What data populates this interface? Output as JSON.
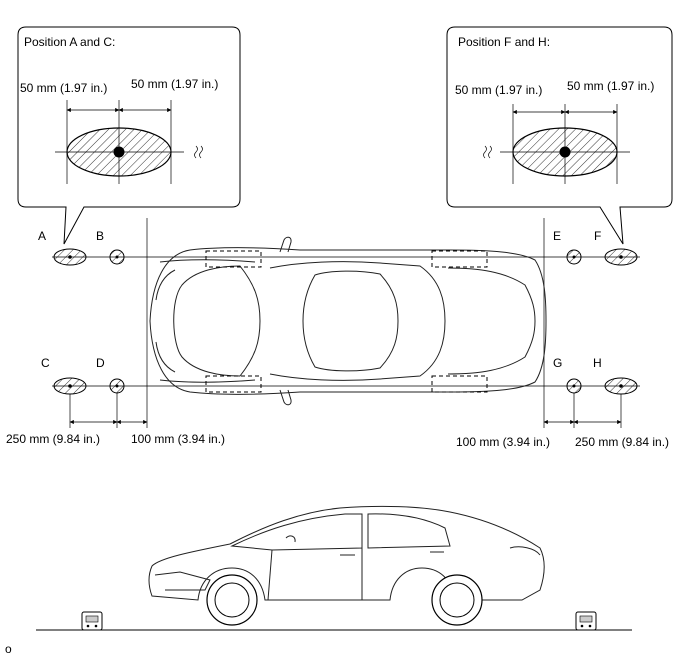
{
  "callouts": {
    "left": {
      "title": "Position A and C:",
      "dim_left": "50 mm (1.97 in.)",
      "dim_right": "50 mm (1.97 in.)"
    },
    "right": {
      "title": "Position F and H:",
      "dim_left": "50 mm (1.97 in.)",
      "dim_right": "50 mm (1.97 in.)"
    }
  },
  "positions": {
    "a": "A",
    "b": "B",
    "c": "C",
    "d": "D",
    "e": "E",
    "f": "F",
    "g": "G",
    "h": "H"
  },
  "dimensions": {
    "left_outer": "250 mm (9.84 in.)",
    "left_inner": "100 mm (3.94 in.)",
    "right_inner": "100 mm (3.94 in.)",
    "right_outer": "250 mm (9.84 in.)"
  },
  "footer_code": "o"
}
